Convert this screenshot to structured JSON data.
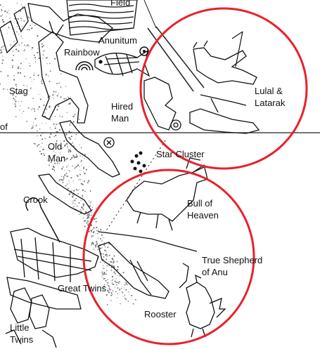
{
  "labels": {
    "field": "Field",
    "anunitum": "Anunitum",
    "rainbow": "Rainbow",
    "stag": "Stag",
    "hired_man": [
      "Hired",
      "Man"
    ],
    "lulal_latarak": [
      "Lulal &",
      "Latarak"
    ],
    "of": "of",
    "old_man": [
      "Old",
      "Man"
    ],
    "star_cluster": "Star Cluster",
    "crook": "Crook",
    "bull_of_heaven": [
      "Bull of",
      "Heaven"
    ],
    "true_shepherd": [
      "True Shepherd",
      "of Anu"
    ],
    "great_twins": "Great Twins",
    "rooster": "Rooster",
    "little_twins": [
      "Little",
      "Twins"
    ]
  },
  "highlight_color": "#e8212b",
  "ink_color": "#111111"
}
